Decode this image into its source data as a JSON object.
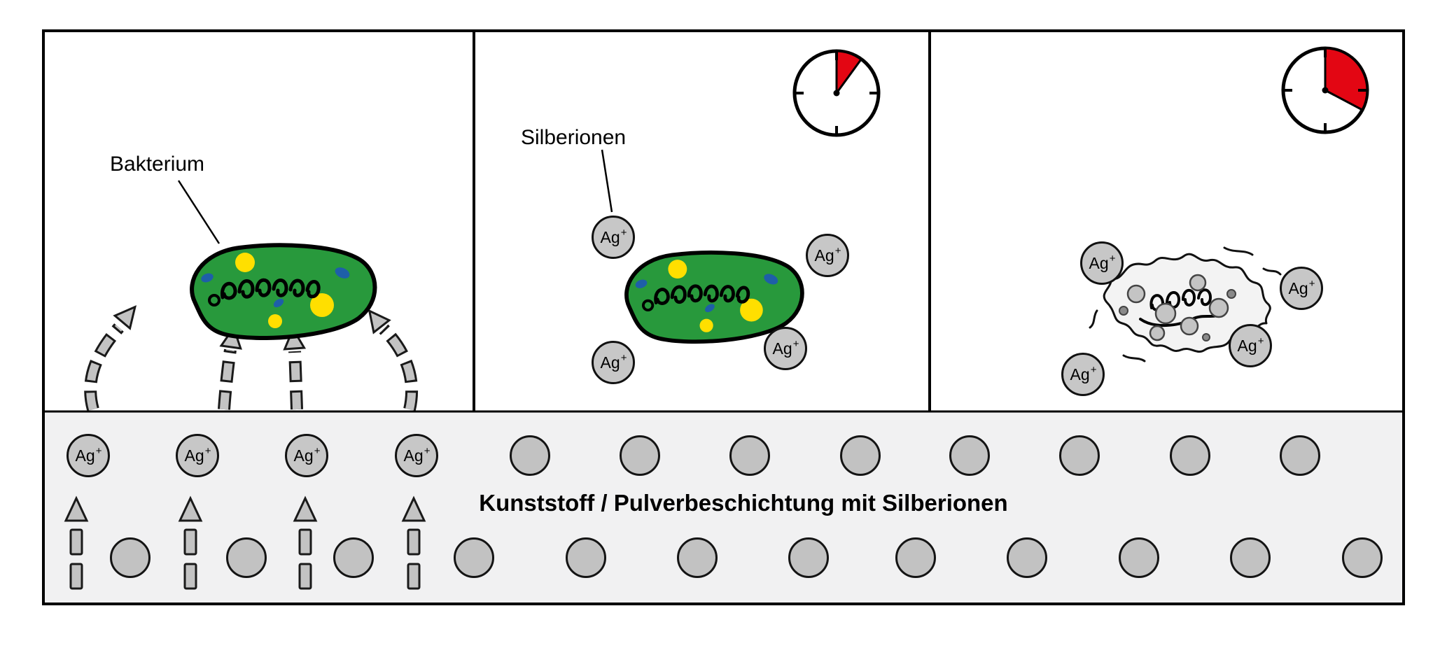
{
  "labels": {
    "bacterium": "Bakterium",
    "silver_ions": "Silberionen",
    "coating": "Kunststoff / Pulverbeschichtung mit Silberionen"
  },
  "ion": {
    "symbol": "Ag",
    "charge": "+"
  },
  "clocks": {
    "panel2_elapsed_fraction": 0.1,
    "panel3_elapsed_fraction": 0.33
  },
  "colors": {
    "bacterium_green": "#28993c",
    "organelle_yellow": "#ffdf00",
    "organelle_blue": "#1e5fa8",
    "ion_gray": "#c7c7c7",
    "substrate_gray": "#f1f1f2",
    "clock_red": "#e30613",
    "arrow_gray": "#c3c3c3"
  },
  "icons": {
    "panel2_timer": "clock-icon",
    "panel3_timer": "clock-icon"
  }
}
